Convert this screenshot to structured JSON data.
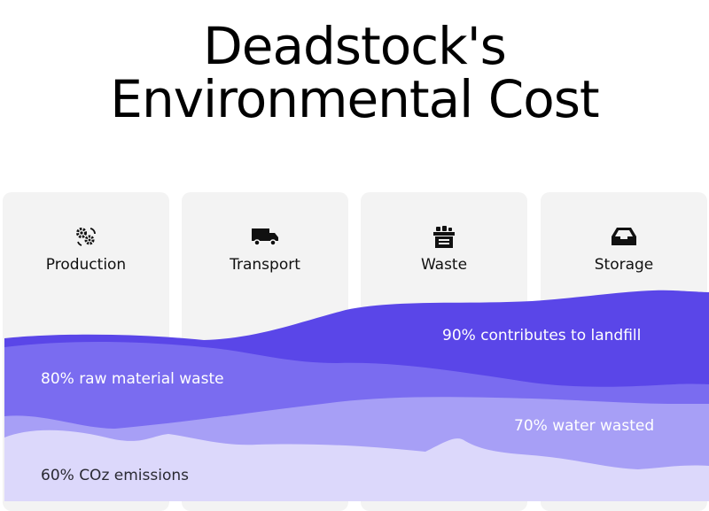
{
  "title": {
    "line1": "Deadstock's",
    "line2": "Environmental Cost"
  },
  "categories": [
    {
      "label": "Production",
      "icon": "gears-icon"
    },
    {
      "label": "Transport",
      "icon": "truck-icon"
    },
    {
      "label": "Waste",
      "icon": "trash-bin-icon"
    },
    {
      "label": "Storage",
      "icon": "inbox-tray-icon"
    }
  ],
  "layers": [
    {
      "text": "90% contributes to landfill",
      "color": "#5a46e8"
    },
    {
      "text": "80% raw material waste",
      "color": "#7a6cf0"
    },
    {
      "text": "70% water wasted",
      "color": "#a79ff6"
    },
    {
      "text": "60% COz emissions",
      "color": "#dcd8fb"
    }
  ]
}
